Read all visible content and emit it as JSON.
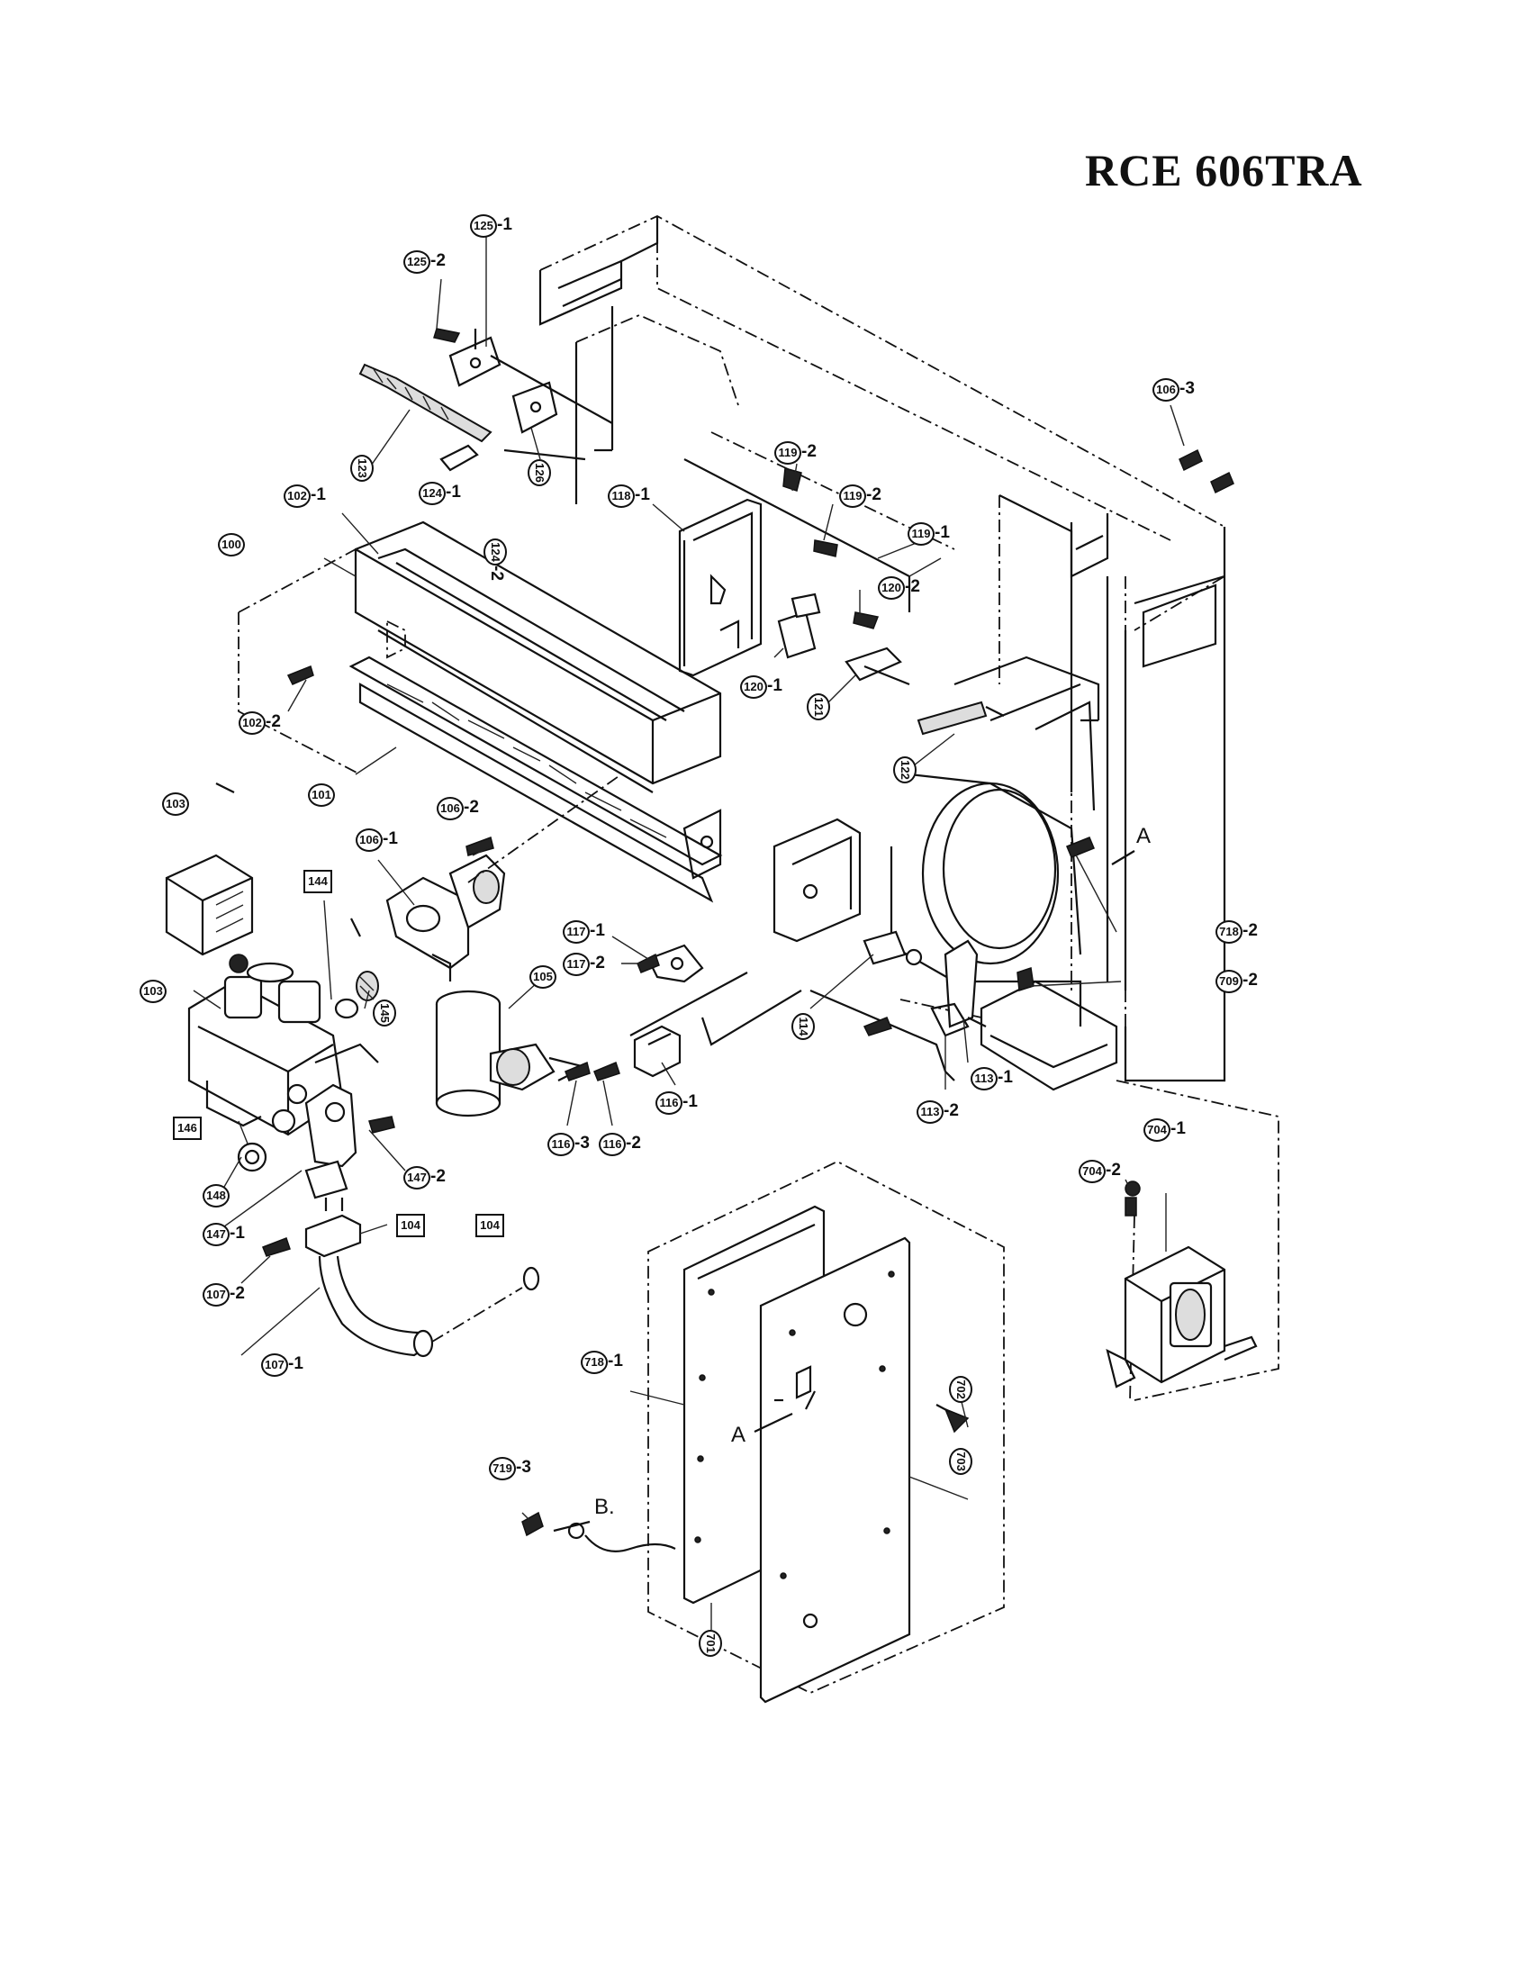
{
  "title": "RCE 606TRA",
  "callouts": {
    "c125_1": "125",
    "c125_1_suffix": "-1",
    "c125_2": "125",
    "c125_2_suffix": "-2",
    "c123": "123",
    "c124_1": "124",
    "c124_1_suffix": "-1",
    "c124_2": "124",
    "c124_2_suffix": "-2",
    "c126": "126",
    "c102_1": "102",
    "c102_1_suffix": "-1",
    "c102_2": "102",
    "c102_2_suffix": "-2",
    "c100": "100",
    "c101": "101",
    "c118_1": "118",
    "c118_1_suffix": "-1",
    "c119_2a": "119",
    "c119_2a_suffix": "-2",
    "c119_2b": "119",
    "c119_2b_suffix": "-2",
    "c119_1": "119",
    "c119_1_suffix": "-1",
    "c120_2": "120",
    "c120_2_suffix": "-2",
    "c120_1": "120",
    "c120_1_suffix": "-1",
    "c121": "121",
    "c122": "122",
    "c106_3": "106",
    "c106_3_suffix": "-3",
    "c106_2": "106",
    "c106_2_suffix": "-2",
    "c106_1": "106",
    "c106_1_suffix": "-1",
    "c103a": "103",
    "c103b": "103",
    "c144": "144",
    "c145": "145",
    "c105": "105",
    "c117_1": "117",
    "c117_1_suffix": "-1",
    "c117_2": "117",
    "c117_2_suffix": "-2",
    "c114": "114",
    "c113_2": "113",
    "c113_2_suffix": "-2",
    "c113_1": "113",
    "c113_1_suffix": "-1",
    "c116_3": "116",
    "c116_3_suffix": "-3",
    "c116_2": "116",
    "c116_2_suffix": "-2",
    "c116_1": "116",
    "c116_1_suffix": "-1",
    "c718_2": "718",
    "c718_2_suffix": "-2",
    "c709_2": "709",
    "c709_2_suffix": "-2",
    "c146": "146",
    "c148": "148",
    "c147_2": "147",
    "c147_2_suffix": "-2",
    "c147_1": "147",
    "c147_1_suffix": "-1",
    "c104a": "104",
    "c104b": "104",
    "c107_2": "107",
    "c107_2_suffix": "-2",
    "c107_1": "107",
    "c107_1_suffix": "-1",
    "c704_2": "704",
    "c704_2_suffix": "-2",
    "c704_1": "704",
    "c704_1_suffix": "-1",
    "c718_1": "718",
    "c718_1_suffix": "-1",
    "c702": "702",
    "c703": "703",
    "c719_3": "719",
    "c719_3_suffix": "-3",
    "c701": "701"
  },
  "markers": {
    "a_top": "A",
    "a_bottom": "A",
    "b": "B."
  }
}
